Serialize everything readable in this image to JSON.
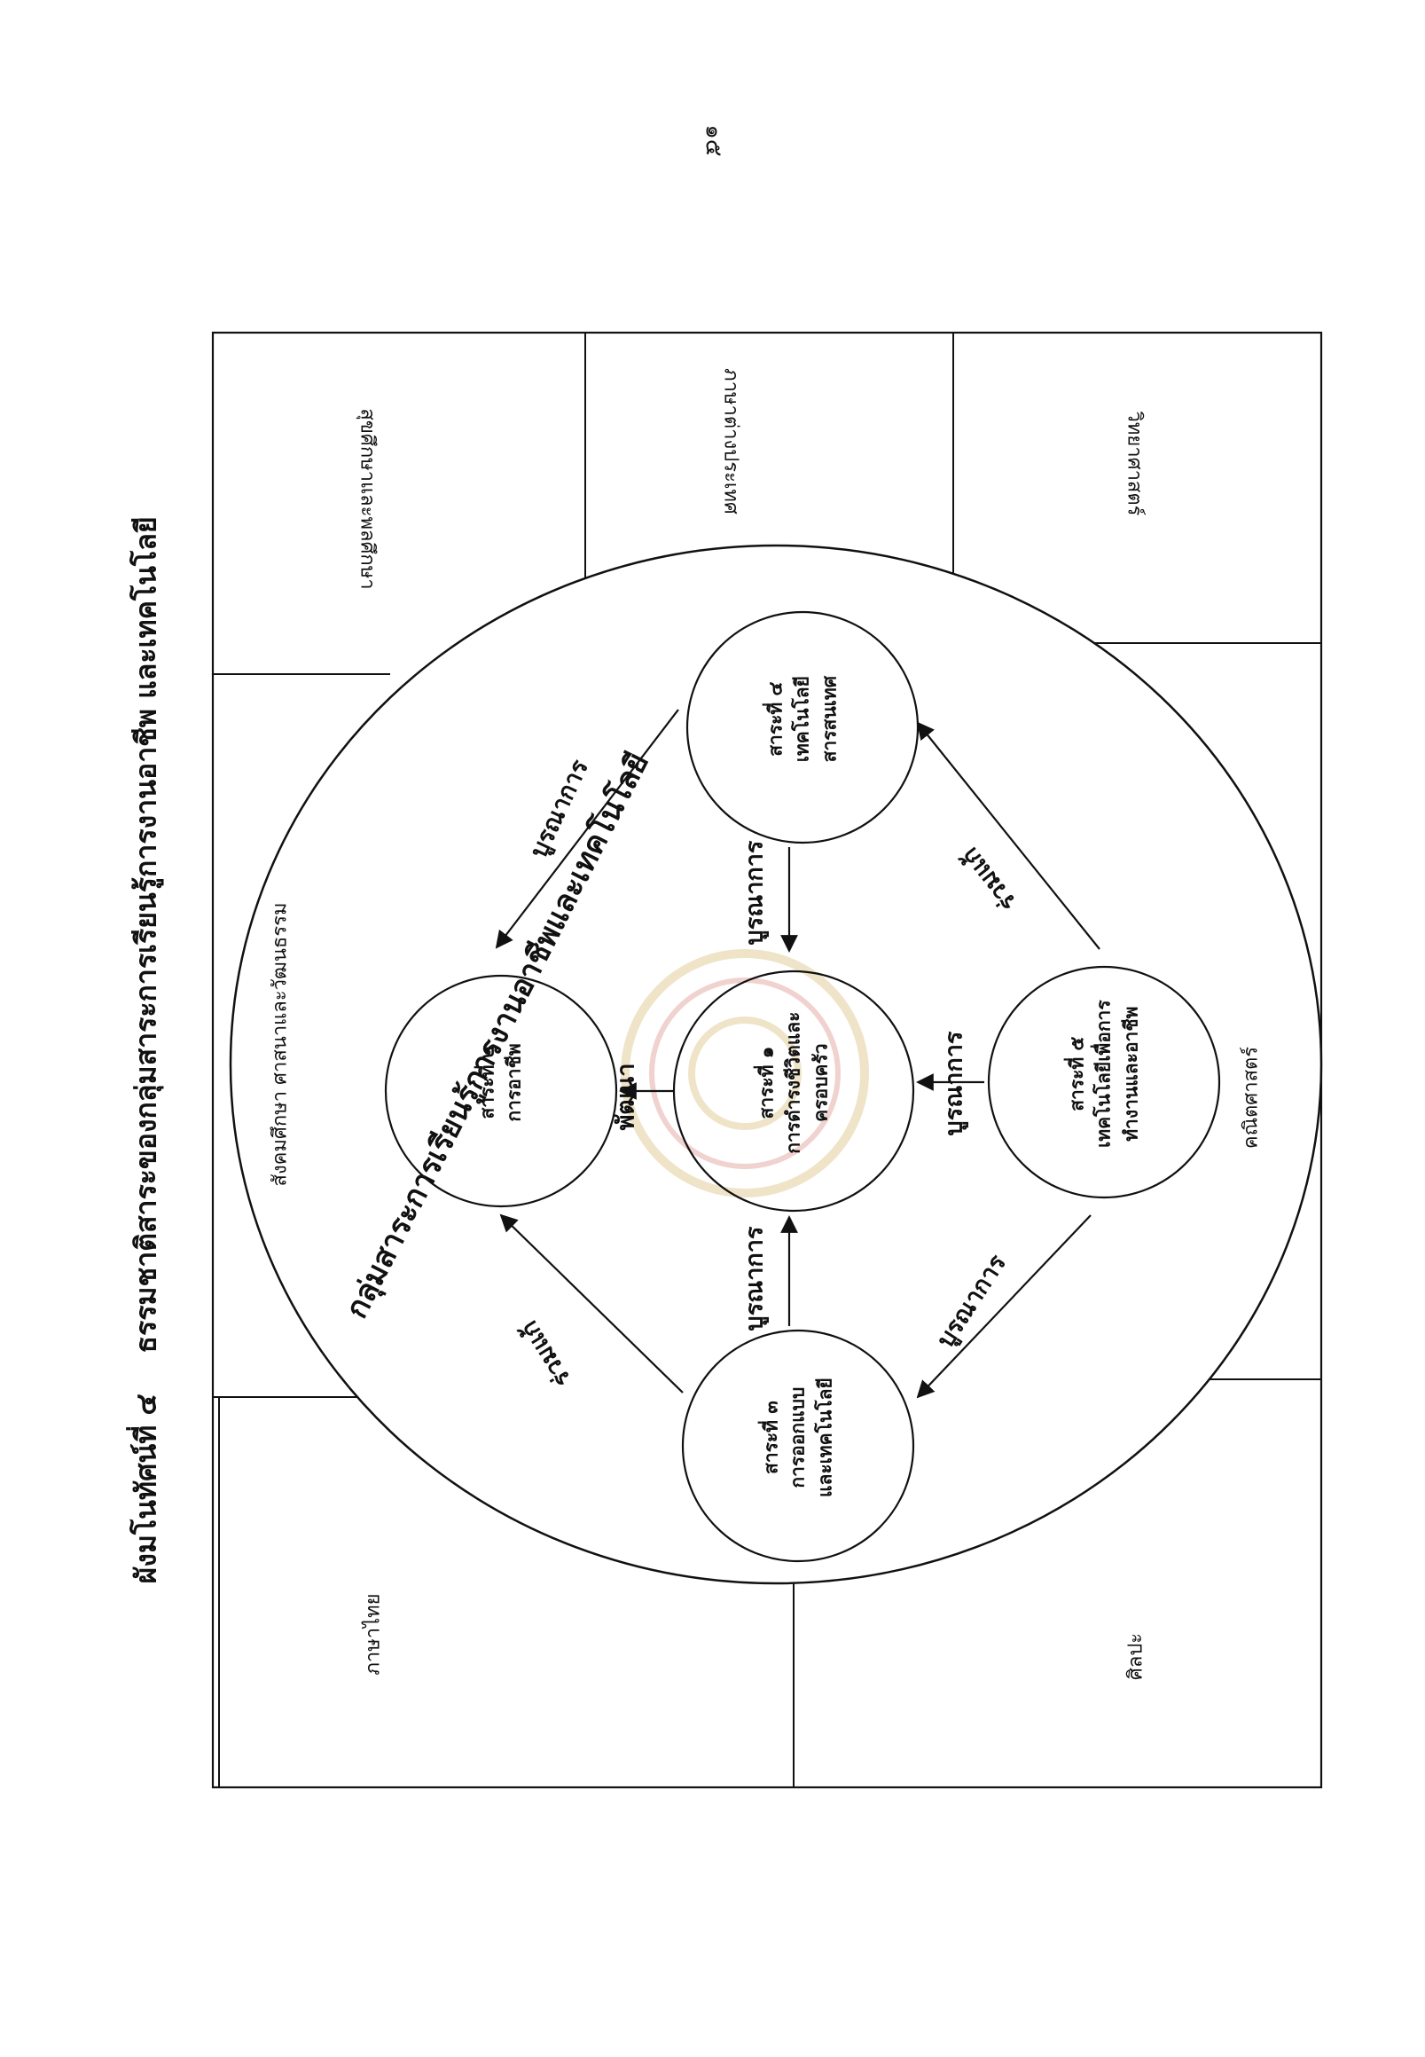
{
  "page_number": "๑๕",
  "figure": {
    "label": "ผังมโนทัศน์ที่ ๔",
    "title": "ธรรมชาติสาระของกลุ่มสาระการเรียนรู้การงานอาชีพ และเทคโนโลยี"
  },
  "group_name": "กลุ่มสาระการเรียนรู้การงานอาชีพและเทคโนโลยี",
  "subjects": {
    "health": "สุขศึกษาและพลศึกษา",
    "foreign_language": "ภาษาต่างประเทศ",
    "science": "วิทยาศาสตร์",
    "social": "สังคมศึกษา ศาสนาและวัฒนธรรม",
    "math": "คณิตศาสตร์",
    "thai": "ภาษาไทย",
    "art": "ศิลปะ"
  },
  "strands": {
    "s1": [
      "สาระที่ ๑",
      "การดำรงชีวิตและ",
      "ครอบครัว"
    ],
    "s2": [
      "สาระที่ ๒",
      "การอาชีพ"
    ],
    "s3": [
      "สาระที่ ๓",
      "การออกแบบ",
      "และเทคโนโลยี"
    ],
    "s4": [
      "สาระที่ ๔",
      "เทคโนโลยี",
      "สารสนเทศ"
    ],
    "s5": [
      "สาระที่ ๕",
      "เทคโนโลยีเพื่อการ",
      "ทำงานและอาชีพ"
    ]
  },
  "relations": {
    "integrate": "บูรณาการ",
    "solve": "ร่วมแก้",
    "develop": "พัฒนา"
  }
}
